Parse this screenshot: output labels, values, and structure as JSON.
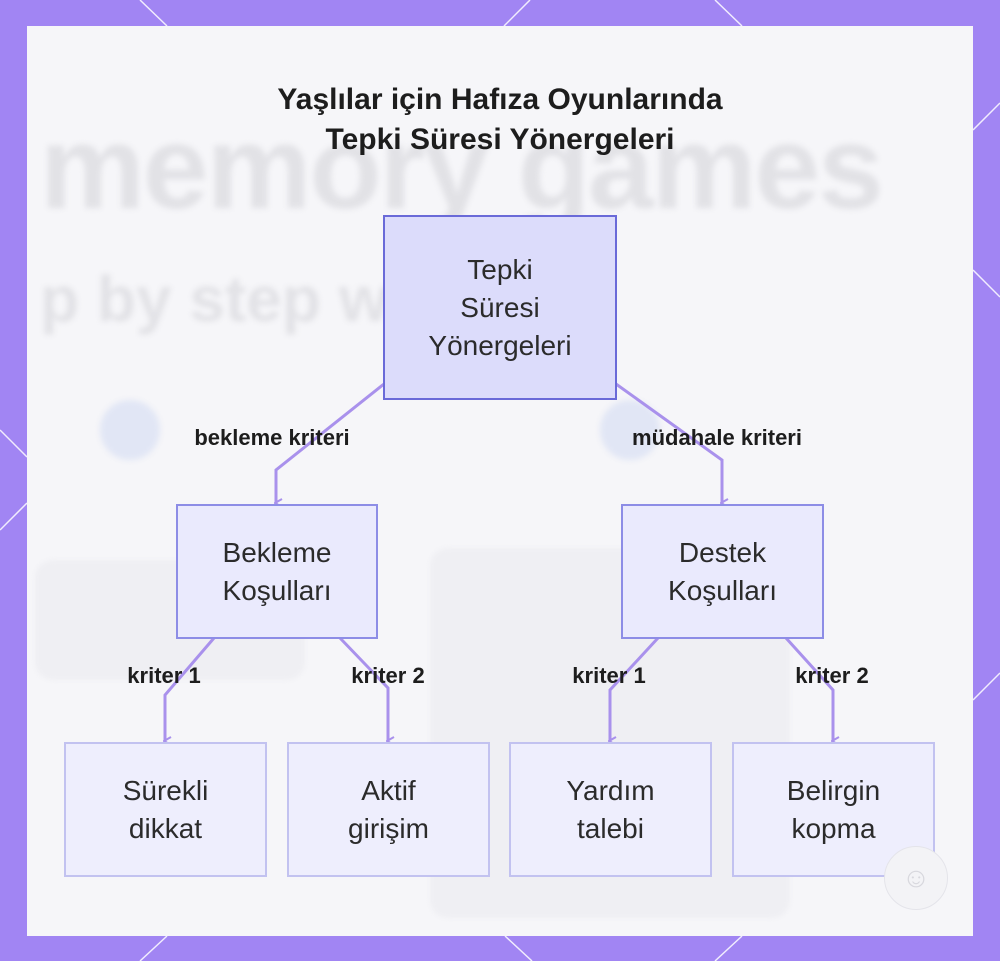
{
  "title": {
    "line1": "Yaşlılar için Hafıza Oyunlarında",
    "line2": "Tepki Süresi Yönergeleri"
  },
  "background_text": {
    "big": "memory games",
    "sub": "p by step wi"
  },
  "diagram": {
    "root": {
      "lines": [
        "Tepki",
        "Süresi",
        "Yönergeleri"
      ]
    },
    "left_branch": {
      "edge_label": "bekleme kriteri",
      "node": {
        "lines": [
          "Bekleme",
          "Koşulları"
        ]
      },
      "children": [
        {
          "edge_label": "kriter 1",
          "lines": [
            "Sürekli",
            "dikkat"
          ]
        },
        {
          "edge_label": "kriter 2",
          "lines": [
            "Aktif",
            "girişim"
          ]
        }
      ]
    },
    "right_branch": {
      "edge_label": "müdahale kriteri",
      "node": {
        "lines": [
          "Destek",
          "Koşulları"
        ]
      },
      "children": [
        {
          "edge_label": "kriter 1",
          "lines": [
            "Yardım",
            "talebi"
          ]
        },
        {
          "edge_label": "kriter 2",
          "lines": [
            "Belirgin",
            "kopma"
          ]
        }
      ]
    }
  },
  "colors": {
    "frame": "#a185f3",
    "connector": "#a991ec",
    "root_fill": "#dcdcfb",
    "root_border": "#6a6ad8",
    "node_fill": "#eaeafd",
    "leaf_border": "#c2c2f0"
  },
  "icons": {
    "corner_badge": "watermark-badge-icon"
  }
}
